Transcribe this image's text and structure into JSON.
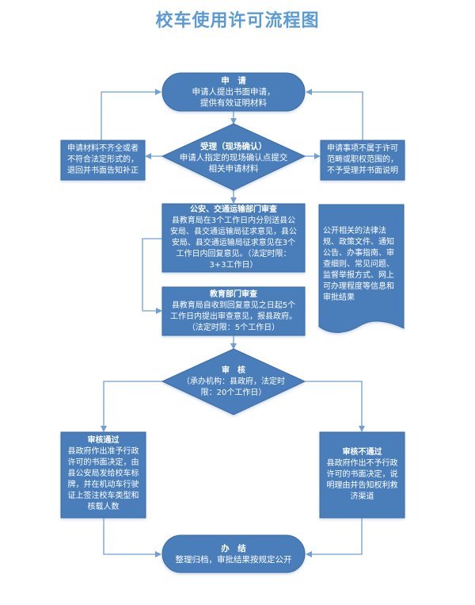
{
  "title": "校车使用许可流程图",
  "colors": {
    "title": "#5b9bd5",
    "node_fill": "#4a7ebb",
    "node_stroke": "#3a6aa3",
    "connector": "#6f9fd3",
    "node_text": "#ffffff"
  },
  "nodes": {
    "apply": {
      "shape": "terminator",
      "heading": "申　请",
      "lines": [
        "申请人提出书面申请，",
        "提供有效证明材料"
      ]
    },
    "accept": {
      "shape": "decision",
      "heading": "受理（现场确认）",
      "lines": [
        "申请人指定的现场确认点提交",
        "相关申请材料"
      ]
    },
    "incomplete": {
      "shape": "process",
      "lines": [
        "申请材料不齐全或者",
        "不符合法定形式的，",
        "退回并书面告知补正"
      ]
    },
    "not_in_scope": {
      "shape": "process",
      "lines": [
        "申请事项不属于许可",
        "范畴或职权范围的，",
        "不予受理并书面说明"
      ]
    },
    "police_review": {
      "shape": "process",
      "heading": "公安、交通运输部门审查",
      "lines": [
        "县教育局在3个工作日内分别送县公",
        "安局、县交通运输局征求意见，县公",
        "安局、县交通运输局征求意见在3个",
        "工作日内回复意见。（法定时限：",
        "3+3工作日）"
      ]
    },
    "edu_review": {
      "shape": "process",
      "heading": "教育部门审查",
      "lines": [
        "县教育局自收到回复意见之日起5个",
        "工作日内提出审查意见，报县政府。",
        "（法定时限：5个工作日）"
      ]
    },
    "disclosure": {
      "shape": "document",
      "lines": [
        "公开相关的法律法",
        "规、政策文件、通知",
        "公告、办事指南、审",
        "查细则、常见问题、",
        "监督举报方式、网上",
        "可办理程度等信息和",
        "审批结果"
      ]
    },
    "audit": {
      "shape": "decision",
      "heading": "审　核",
      "lines": [
        "（承办机构：县政府，法定时",
        "限：20个工作日）"
      ]
    },
    "approved": {
      "shape": "process",
      "heading": "审核通过",
      "lines": [
        "县政府作出准予行政",
        "许可的书面决定，由",
        "县公安局发给校车标",
        "牌，并在机动车行驶",
        "证上签注校车类型和",
        "核载人数"
      ]
    },
    "rejected": {
      "shape": "process",
      "heading": "审核不通过",
      "lines": [
        "县政府作出不予行政",
        "许可的书面决定，说",
        "明理由并告知权利救",
        "济渠道"
      ]
    },
    "finish": {
      "shape": "terminator",
      "heading": "办　结",
      "lines": [
        "整理归档，审批结果按规定公开"
      ]
    }
  },
  "edges": [
    {
      "from": "apply",
      "to": "accept"
    },
    {
      "from": "accept",
      "to": "incomplete"
    },
    {
      "from": "incomplete",
      "to": "apply"
    },
    {
      "from": "accept",
      "to": "not_in_scope"
    },
    {
      "from": "not_in_scope",
      "to": "apply"
    },
    {
      "from": "accept",
      "to": "police_review"
    },
    {
      "from": "police_review",
      "to": "edu_review"
    },
    {
      "from": "edu_review",
      "to": "audit"
    },
    {
      "from": "audit",
      "to": "approved"
    },
    {
      "from": "audit",
      "to": "rejected"
    },
    {
      "from": "approved",
      "to": "finish"
    },
    {
      "from": "rejected",
      "to": "finish"
    }
  ]
}
